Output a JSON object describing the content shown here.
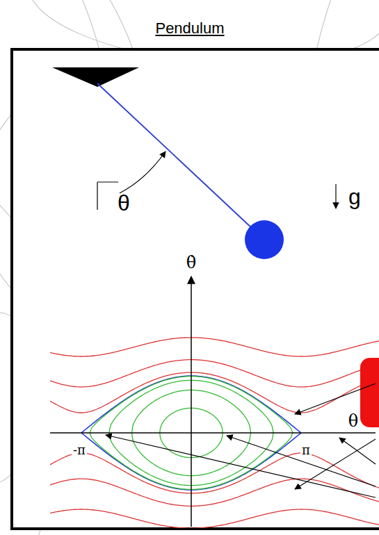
{
  "diagram": {
    "title": "Pendulum",
    "labels": [
      "θ",
      "g",
      "θ̇",
      "θ",
      "-π",
      "π"
    ]
  }
}
